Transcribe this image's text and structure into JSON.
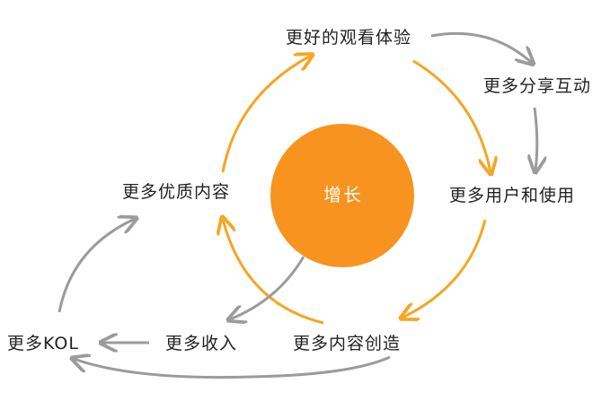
{
  "center": {
    "label": "增长"
  },
  "nodes": {
    "better_viewing": "更好的观看体验",
    "more_sharing": "更多分享互动",
    "more_users": "更多用户和使用",
    "more_creation": "更多内容创造",
    "more_quality": "更多优质内容",
    "more_revenue": "更多收入",
    "more_kol": "更多KOL"
  },
  "colors": {
    "accent": "#F7931E",
    "cycle_arrow": "#F5A623",
    "side_arrow": "#9B9B9B",
    "text": "#222222"
  }
}
